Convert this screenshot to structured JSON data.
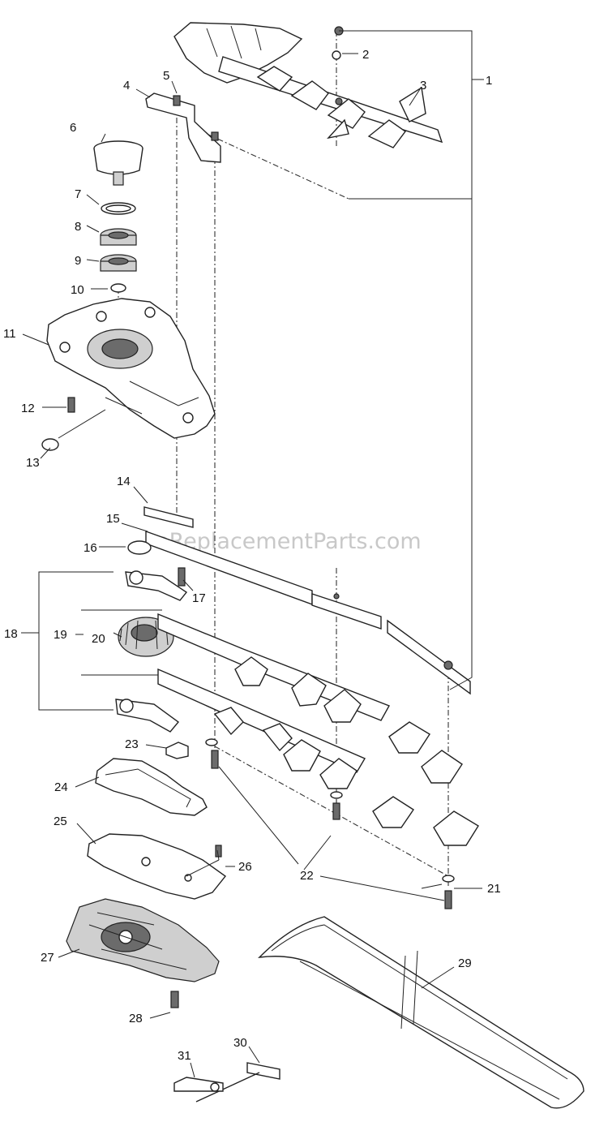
{
  "watermark": "eReplacementParts.com",
  "callouts": [
    {
      "id": "1",
      "label": "1"
    },
    {
      "id": "2",
      "label": "2"
    },
    {
      "id": "3",
      "label": "3"
    },
    {
      "id": "4",
      "label": "4"
    },
    {
      "id": "5",
      "label": "5"
    },
    {
      "id": "6",
      "label": "6"
    },
    {
      "id": "7",
      "label": "7"
    },
    {
      "id": "8",
      "label": "8"
    },
    {
      "id": "9",
      "label": "9"
    },
    {
      "id": "10",
      "label": "10"
    },
    {
      "id": "11",
      "label": "11"
    },
    {
      "id": "12",
      "label": "12"
    },
    {
      "id": "13",
      "label": "13"
    },
    {
      "id": "14",
      "label": "14"
    },
    {
      "id": "15",
      "label": "15"
    },
    {
      "id": "16",
      "label": "16"
    },
    {
      "id": "17",
      "label": "17"
    },
    {
      "id": "18",
      "label": "18"
    },
    {
      "id": "19",
      "label": "19"
    },
    {
      "id": "20",
      "label": "20"
    },
    {
      "id": "21",
      "label": "21"
    },
    {
      "id": "22",
      "label": "22"
    },
    {
      "id": "23",
      "label": "23"
    },
    {
      "id": "24",
      "label": "24"
    },
    {
      "id": "25",
      "label": "25"
    },
    {
      "id": "26",
      "label": "26"
    },
    {
      "id": "27",
      "label": "27"
    },
    {
      "id": "28",
      "label": "28"
    },
    {
      "id": "29",
      "label": "29"
    },
    {
      "id": "30",
      "label": "30"
    },
    {
      "id": "31",
      "label": "31"
    }
  ]
}
